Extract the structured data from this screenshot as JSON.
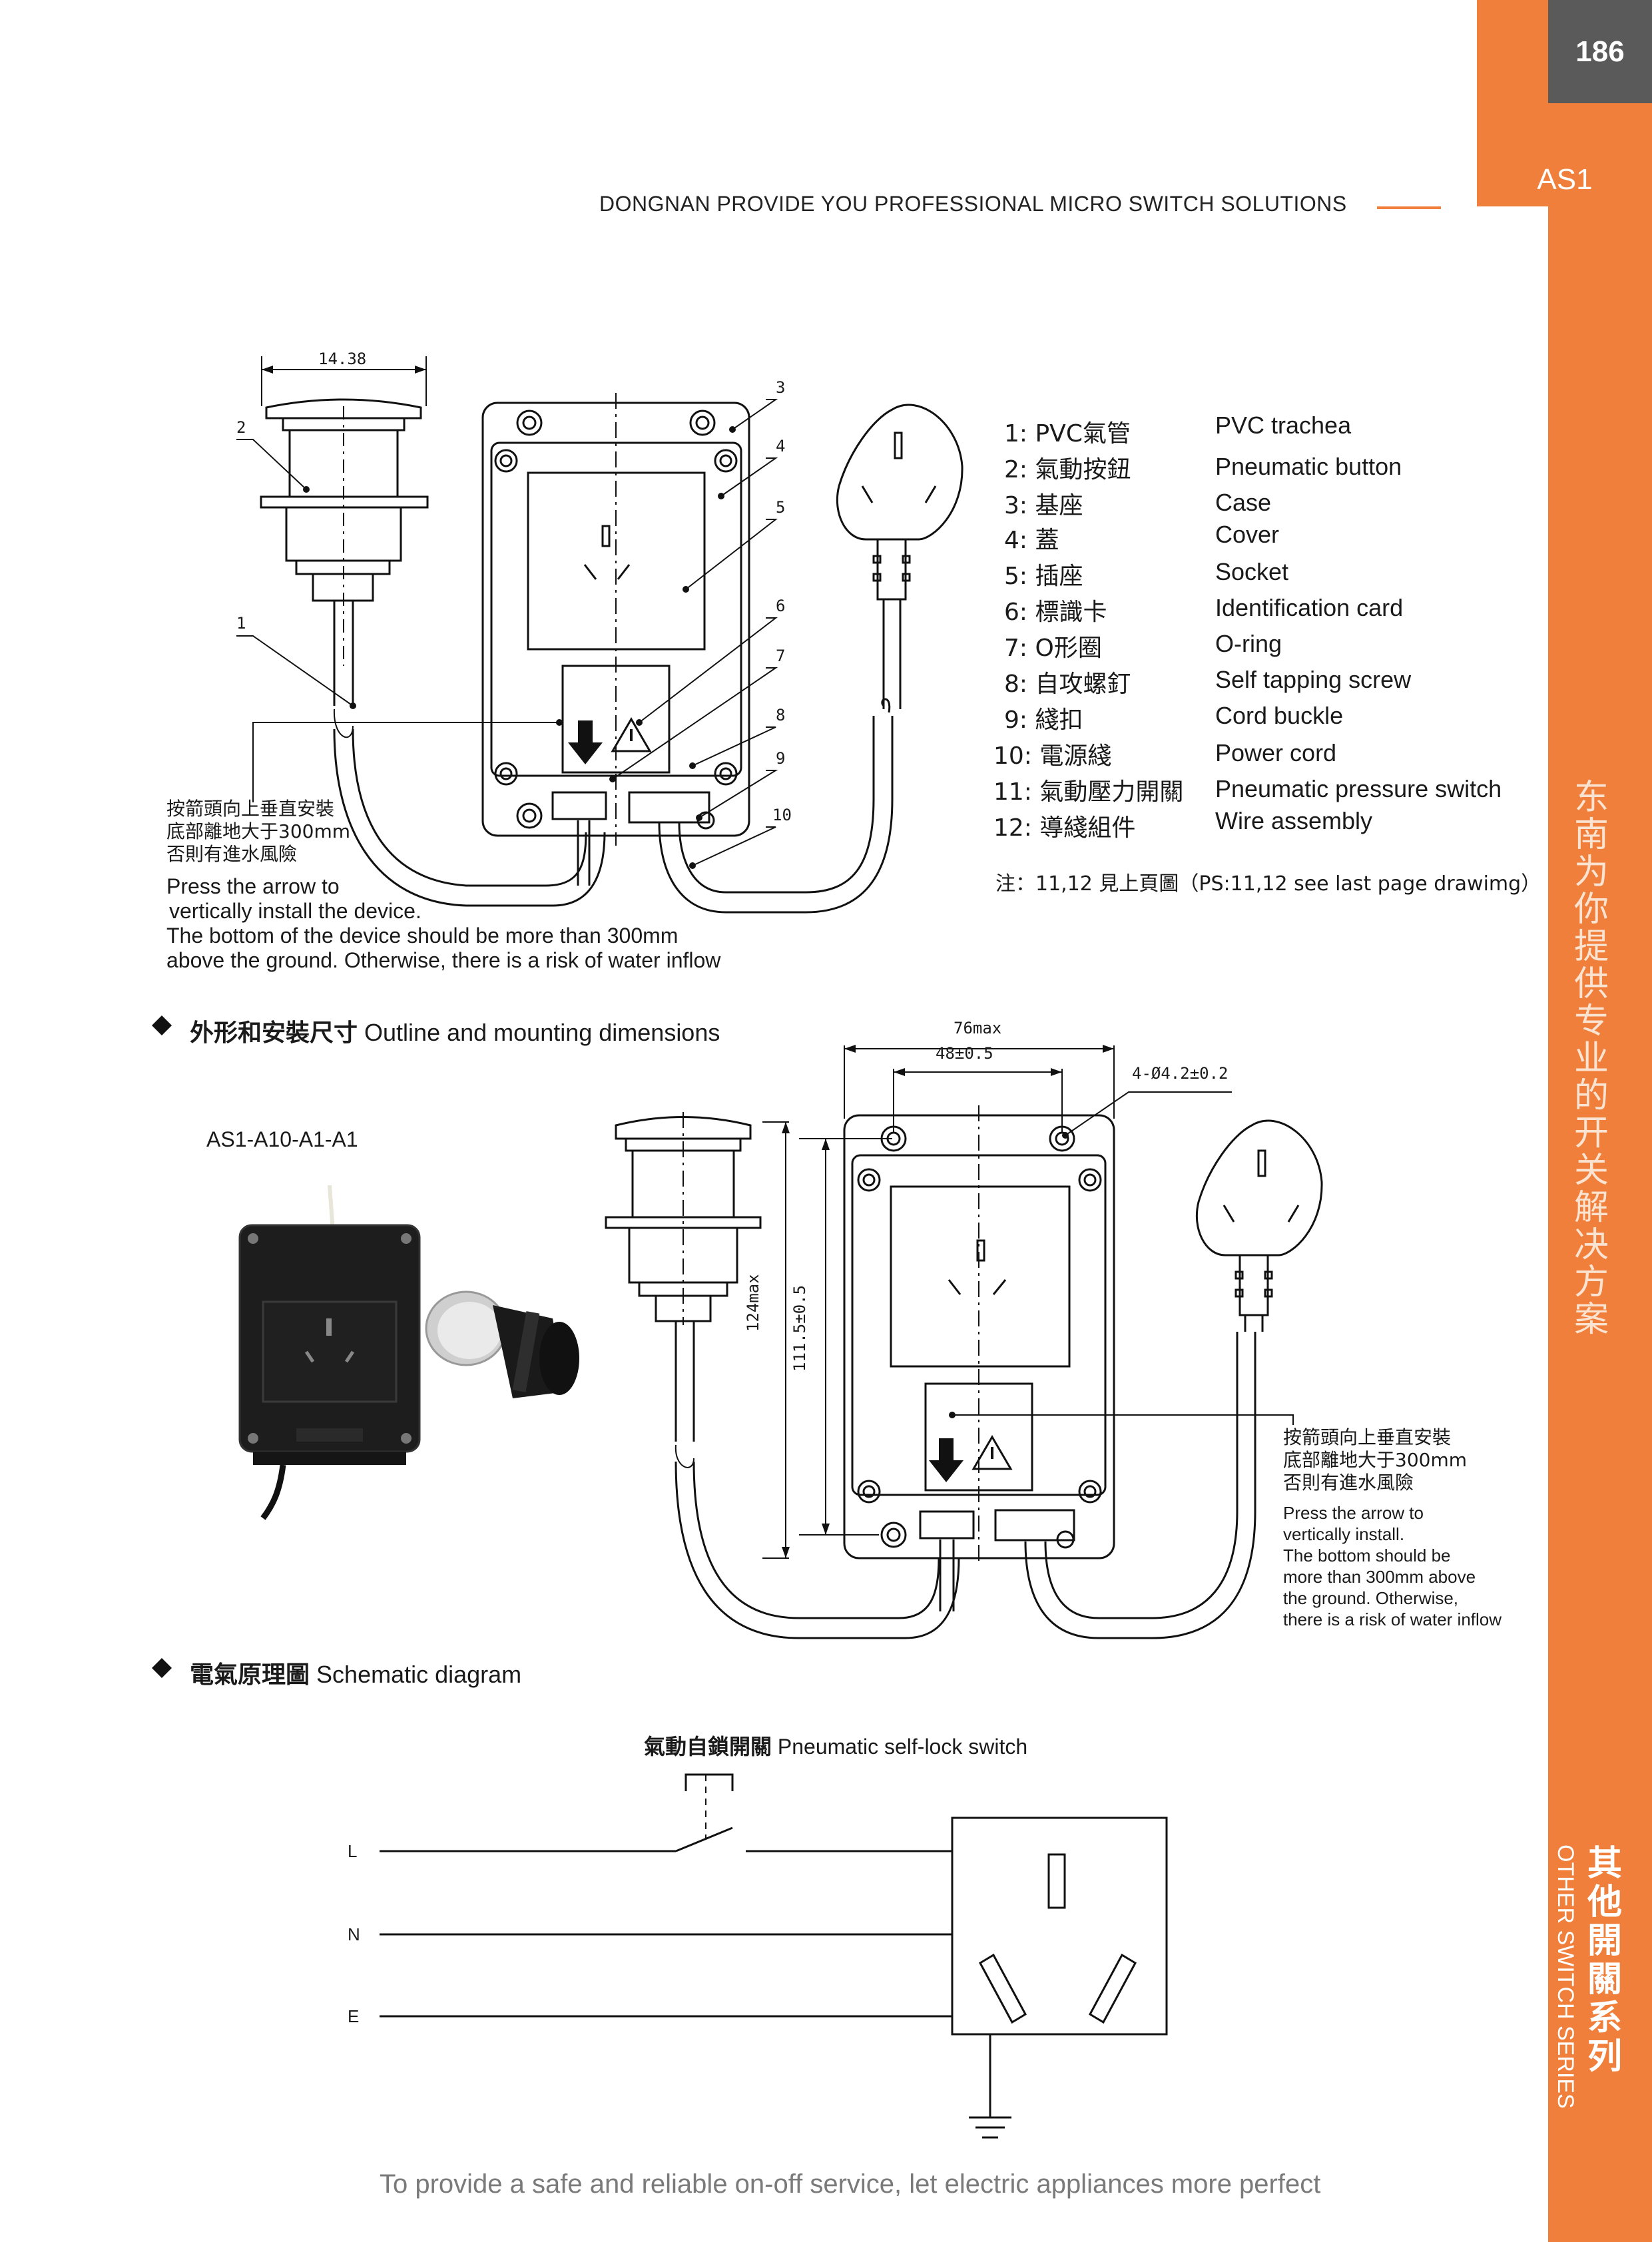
{
  "page": {
    "number": "186",
    "series_code": "AS1",
    "slogan": "DONGNAN PROVIDE YOU PROFESSIONAL MICRO SWITCH SOLUTIONS",
    "side_text_cn": [
      "东",
      "南",
      "为",
      "你",
      "提",
      "供",
      "专",
      "业",
      "的",
      "开",
      "关",
      "解",
      "决",
      "方",
      "案"
    ],
    "series_cn": [
      "其",
      "他",
      "開",
      "關",
      "系",
      "列"
    ],
    "series_en": "OTHER SWITCH SERIES",
    "footer": "To provide a safe and reliable on-off service, let electric appliances more perfect",
    "accent_color": "#ef7f3b"
  },
  "top_drawing": {
    "dim_width": "14.38",
    "callouts": [
      "1",
      "2",
      "3",
      "4",
      "5",
      "6",
      "7",
      "8",
      "9",
      "10"
    ],
    "install_note_cn": [
      "按箭頭向上垂直安裝",
      "底部離地大于300mm",
      "否則有進水風險"
    ],
    "install_note_en": [
      "Press the arrow to",
      "vertically install the device.",
      "The bottom of the device should be more than 300mm",
      "above the ground. Otherwise, there is a risk of water inflow"
    ]
  },
  "legend": [
    {
      "num": "1: PVC氣管",
      "en": "PVC trachea"
    },
    {
      "num": "2: 氣動按鈕",
      "en": "Pneumatic button"
    },
    {
      "num": "3: 基座",
      "en": "Case"
    },
    {
      "num": "4: 蓋",
      "en": "Cover"
    },
    {
      "num": "5: 插座",
      "en": "Socket"
    },
    {
      "num": "6: 標識卡",
      "en": "Identification card"
    },
    {
      "num": "7: O形圈",
      "en": "O-ring"
    },
    {
      "num": "8: 自攻螺釘",
      "en": "Self tapping screw"
    },
    {
      "num": "9: 綫扣",
      "en": "Cord buckle"
    },
    {
      "num": "10: 電源綫",
      "en": "Power cord"
    },
    {
      "num": "11: 氣動壓力開關",
      "en": "Pneumatic pressure switch"
    },
    {
      "num": "12: 導綫組件",
      "en": "Wire assembly"
    }
  ],
  "legend_note": "注：11,12 見上頁圖（PS:11,12 see last page drawimg）",
  "outline": {
    "title_cn": "外形和安裝尺寸",
    "title_en": "Outline and mounting dimensions",
    "model": "AS1-A10-A1-A1",
    "dim_76": "76max",
    "dim_48": "48±0.5",
    "dim_holes": "4-Ø4.2±0.2",
    "dim_124": "124max",
    "dim_111": "111.5±0.5",
    "install_note_cn": [
      "按箭頭向上垂直安裝",
      "底部離地大于300mm",
      "否則有進水風險"
    ],
    "install_note_en": [
      "Press the arrow to",
      "vertically install.",
      "The bottom should be",
      "more than 300mm above",
      "the ground. Otherwise,",
      "there is a risk of water inflow"
    ]
  },
  "schematic": {
    "title_cn": "電氣原理圖",
    "title_en": "Schematic diagram",
    "switch_label_cn": "氣動自鎖開關",
    "switch_label_en": "Pneumatic self-lock switch",
    "lines": [
      "L",
      "N",
      "E"
    ]
  }
}
